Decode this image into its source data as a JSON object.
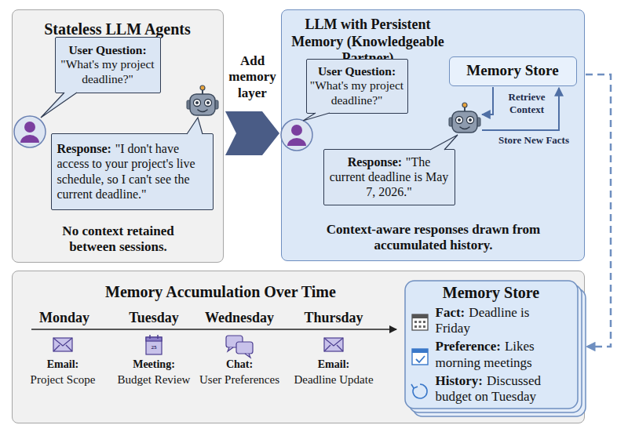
{
  "diagram": {
    "nodes": [
      {
        "text": [
          "Stateless LLM Agents",
          "No context retained between sessions."
        ]
      },
      {
        "text": [
          "User Question:",
          "\"What's my project deadline?\""
        ],
        "in": 0
      },
      {
        "text": [
          "Response:",
          "\"I don't have access to your project's live schedule, so I can't see the current deadline.\""
        ],
        "in": 0
      },
      {
        "text": [
          "LLM with Persistent Memory (Knowledgeable Partner)",
          "Context-aware responses drawn from accumulated history."
        ]
      },
      {
        "text": [
          "User Question:",
          "\"What's my project deadline?\""
        ],
        "in": 3
      },
      {
        "text": [
          "Memory Store"
        ],
        "in": 3
      },
      {
        "text": [
          "Response:",
          "\"The current deadline is May 7, 2026.\""
        ],
        "in": 3
      },
      {
        "text": [
          "Memory Accumulation Over Time"
        ]
      },
      {
        "text": [
          "Memory Store",
          "Fact:",
          "Deadline is Friday",
          "Preference:",
          "Likes morning meetings",
          "History:",
          "Discussed budget on Tuesday"
        ],
        "in": 7
      }
    ],
    "edges": [
      {
        "from": 0,
        "to": 3,
        "label": "Add memory layer",
        "arrow": "to"
      },
      {
        "from": 3,
        "to": 8,
        "arrow": "to"
      }
    ],
    "labels": [
      "Retrieve Context",
      "Store New Facts",
      "Monday",
      "Tuesday",
      "Wednesday",
      "Thursday",
      "Email:",
      "Project Scope",
      "Meeting:",
      "Budget Review",
      "Chat:",
      "User Preferences",
      "Email:",
      "Deadline Update",
      "25"
    ]
  }
}
